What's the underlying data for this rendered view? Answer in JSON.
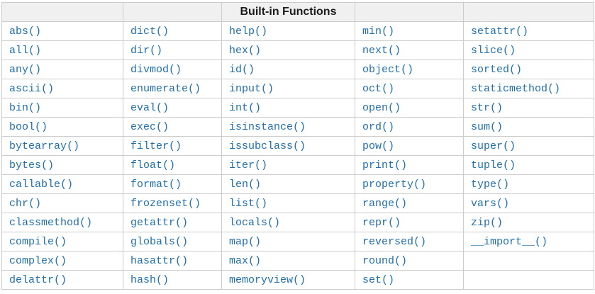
{
  "table": {
    "title": "Built-in Functions",
    "title_column_index": 2,
    "num_columns": 5,
    "rows": [
      [
        "abs()",
        "dict()",
        "help()",
        "min()",
        "setattr()"
      ],
      [
        "all()",
        "dir()",
        "hex()",
        "next()",
        "slice()"
      ],
      [
        "any()",
        "divmod()",
        "id()",
        "object()",
        "sorted()"
      ],
      [
        "ascii()",
        "enumerate()",
        "input()",
        "oct()",
        "staticmethod()"
      ],
      [
        "bin()",
        "eval()",
        "int()",
        "open()",
        "str()"
      ],
      [
        "bool()",
        "exec()",
        "isinstance()",
        "ord()",
        "sum()"
      ],
      [
        "bytearray()",
        "filter()",
        "issubclass()",
        "pow()",
        "super()"
      ],
      [
        "bytes()",
        "float()",
        "iter()",
        "print()",
        "tuple()"
      ],
      [
        "callable()",
        "format()",
        "len()",
        "property()",
        "type()"
      ],
      [
        "chr()",
        "frozenset()",
        "list()",
        "range()",
        "vars()"
      ],
      [
        "classmethod()",
        "getattr()",
        "locals()",
        "repr()",
        "zip()"
      ],
      [
        "compile()",
        "globals()",
        "map()",
        "reversed()",
        "__import__()"
      ],
      [
        "complex()",
        "hasattr()",
        "max()",
        "round()",
        ""
      ],
      [
        "delattr()",
        "hash()",
        "memoryview()",
        "set()",
        ""
      ]
    ]
  },
  "colors": {
    "link_blue": "#1d6fad",
    "header_background": "#f0f0f0",
    "header_text": "#1c1c1c",
    "border": "#cccccc",
    "page_background": "#ffffff"
  }
}
